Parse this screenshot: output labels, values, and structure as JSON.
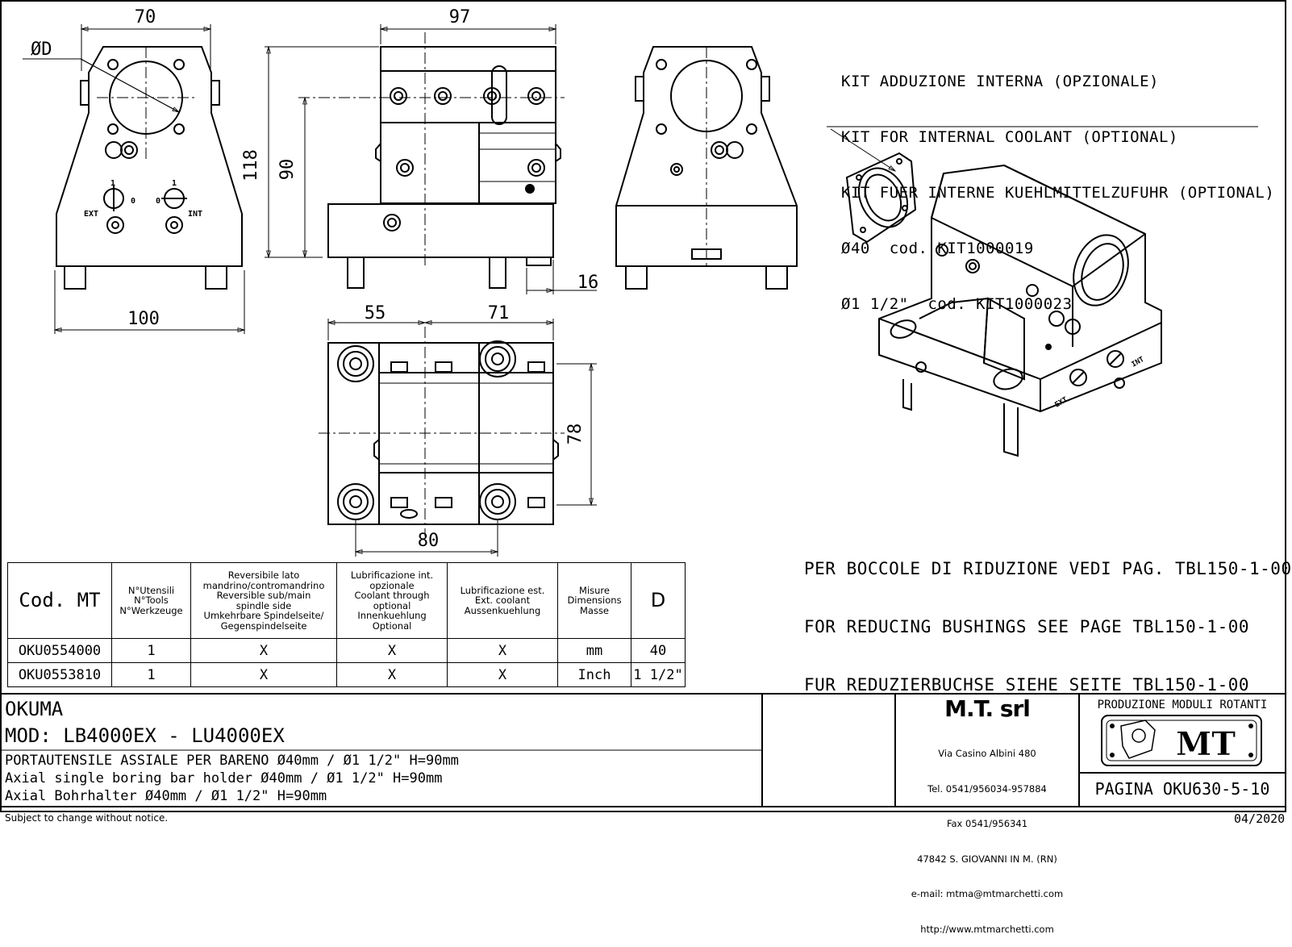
{
  "dimensions": {
    "front_width_top": "70",
    "front_diameter": "ØD",
    "front_base_width": "100",
    "side_width": "97",
    "side_height_total": "118",
    "side_height_center": "90",
    "side_foot": "16",
    "top_left": "55",
    "top_right": "71",
    "top_height": "78",
    "top_bottom": "80"
  },
  "switch_labels": {
    "one_a": "1",
    "zero_a": "0",
    "ext": "EXT",
    "one_b": "1",
    "zero_b": "0",
    "int": "INT"
  },
  "kit_note": [
    "KIT ADDUZIONE INTERNA (OPZIONALE)",
    "KIT FOR INTERNAL COOLANT (OPTIONAL)",
    "KIT FUER INTERNE KUEHLMITTELZUFUHR (OPTIONAL)",
    "Ø40  cod. KIT1000019",
    "Ø1 1/2\"  cod. KIT1000023"
  ],
  "bushing_note": [
    "PER BOCCOLE DI RIDUZIONE VEDI PAG. TBL150-1-00",
    "FOR REDUCING BUSHINGS SEE PAGE TBL150-1-00",
    "FUR REDUZIERBUCHSE SIEHE SEITE TBL150-1-00"
  ],
  "spec_table": {
    "headers": [
      "Cod. MT",
      "N°Utensili\nN°Tools\nN°Werkzeuge",
      "Reversibile lato\nmandrino/contromandrino\nReversible sub/main\nspindle side\nUmkehrbare Spindelseite/\nGegenspindelseite",
      "Lubrificazione int.\nopzionale\nCoolant through\noptional\nInnenkuehlung\nOptional",
      "Lubrificazione est.\nExt. coolant\nAussenkuehlung",
      "Misure\nDimensions\nMasse",
      "D"
    ],
    "rows": [
      [
        "OKU0554000",
        "1",
        "X",
        "X",
        "X",
        "mm",
        "40"
      ],
      [
        "OKU0553810",
        "1",
        "X",
        "X",
        "X",
        "Inch",
        "1 1/2\""
      ]
    ]
  },
  "title_block": {
    "brand": "OKUMA",
    "model": "MOD: LB4000EX - LU4000EX",
    "desc_it": "PORTAUTENSILE ASSIALE PER BARENO Ø40mm / Ø1 1/2\" H=90mm",
    "desc_en": "Axial single boring bar holder Ø40mm / Ø1 1/2\" H=90mm",
    "desc_de": "Axial Bohrhalter Ø40mm / Ø1 1/2\" H=90mm",
    "company": "M.T. srl",
    "address": [
      "Via Casino Albini 480",
      "Tel. 0541/956034-957884",
      "Fax 0541/956341",
      "47842 S. GIOVANNI IN M. (RN)",
      "e-mail: mtma@mtmarchetti.com",
      "http://www.mtmarchetti.com"
    ],
    "production": "PRODUZIONE MODULI ROTANTI",
    "logo": "MT",
    "page": "PAGINA OKU630-5-10"
  },
  "footer": {
    "disclaimer": "Subject to change without notice.",
    "date": "04/2020"
  }
}
